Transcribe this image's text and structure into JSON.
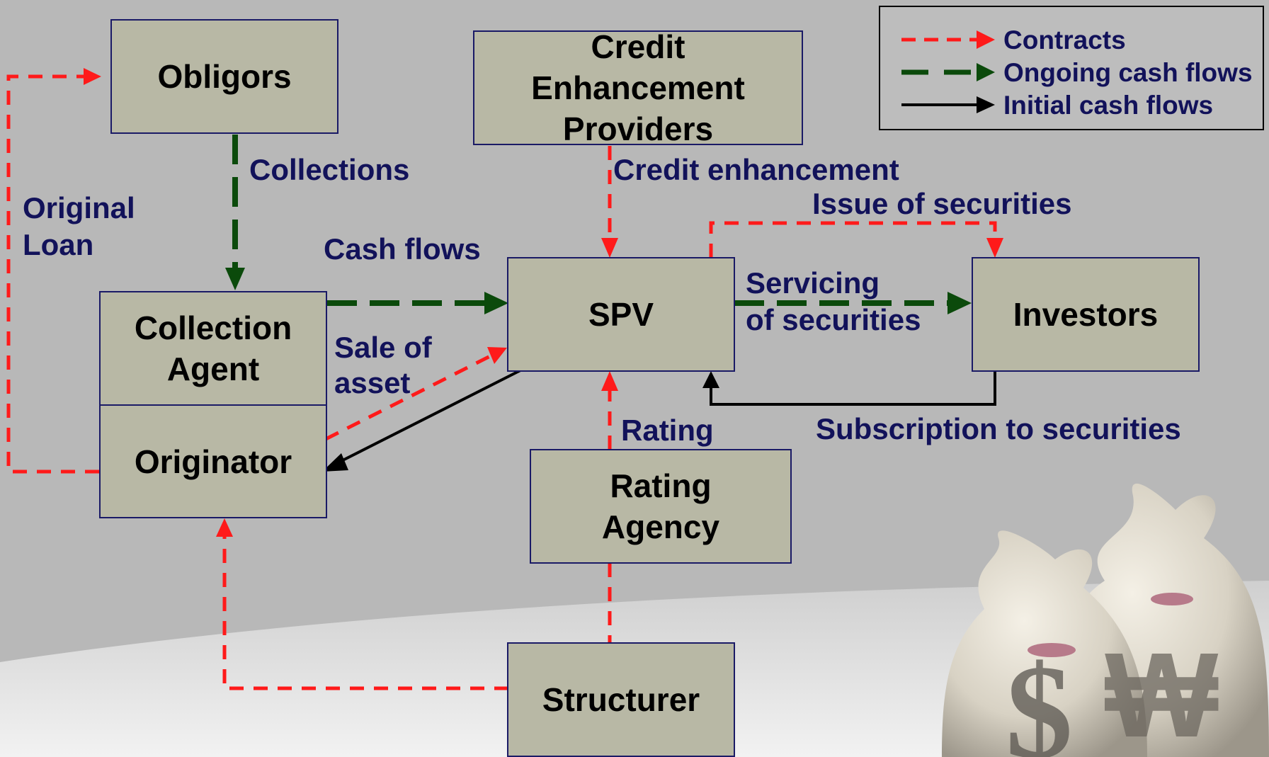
{
  "nodes": {
    "obligors": "Obligors",
    "credit_enhancement_providers": [
      "Credit",
      "Enhancement",
      "Providers"
    ],
    "collection_agent": [
      "Collection",
      "Agent"
    ],
    "originator": "Originator",
    "spv": "SPV",
    "investors": "Investors",
    "rating_agency": [
      "Rating",
      "Agency"
    ],
    "structurer": "Structurer"
  },
  "edge_labels": {
    "collections": "Collections",
    "original_loan": [
      "Original",
      "Loan"
    ],
    "cash_flows": "Cash flows",
    "credit_enhancement": "Credit enhancement",
    "issue_of_securities": "Issue of securities",
    "servicing_of_securities": [
      "Servicing",
      "of securities"
    ],
    "sale_of_asset": [
      "Sale of",
      "asset"
    ],
    "rating": "Rating",
    "subscription_to_securities": "Subscription to securities"
  },
  "legend": {
    "contracts": "Contracts",
    "ongoing_cash_flows": "Ongoing cash flows",
    "initial_cash_flows": "Initial cash flows"
  },
  "colors": {
    "contract": "#ff1a1a",
    "ongoing": "#0b4a0b",
    "initial": "#000000",
    "box_fill": "#b8b8a5",
    "box_border": "#1a1a66",
    "label_text": "#12125a"
  }
}
